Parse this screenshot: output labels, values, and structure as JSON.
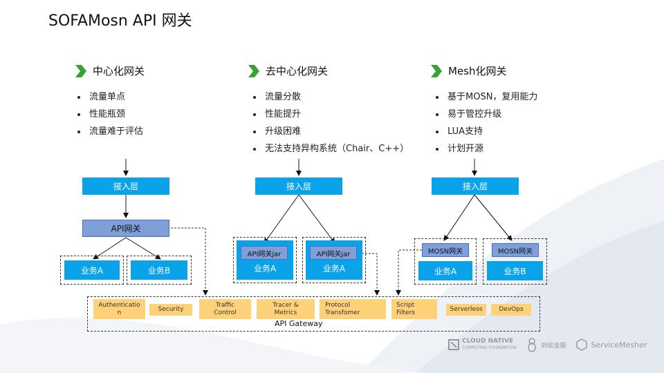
{
  "title": "SOFAMosn API 网关",
  "columns": [
    {
      "heading": "中心化网关",
      "bullets": [
        "流量单点",
        "性能瓶颈",
        "流量难于评估"
      ]
    },
    {
      "heading": "去中心化网关",
      "bullets": [
        "流量分散",
        "性能提升",
        "升级困难",
        "无法支持异构系统（Chair、C++）"
      ]
    },
    {
      "heading": "Mesh化网关",
      "bullets": [
        "基于MOSN，复用能力",
        "易于管控升级",
        "LUA支持",
        "计划开源"
      ]
    }
  ],
  "diagram": {
    "access_layer": "接入层",
    "api_gateway_box": "API网关",
    "service_a": "业务A",
    "service_b": "业务B",
    "api_gateway_jar": "API网关jar",
    "mosn_gateway": "MOSN网关",
    "gateway_label": "API Gateway",
    "filters": [
      "Authenticatio\nn",
      "Security",
      "Traffic\nControl",
      "Tracer &\nMetrics",
      "Protocol\nTransfomer",
      "Script\nFilters",
      "Serverless",
      "DevOps"
    ]
  },
  "logos": {
    "cncf": "CLOUD NATIVE",
    "cncf_sub": "COMPUTING FOUNDATION",
    "ant": "蚂蚁金服",
    "mesher": "ServiceMesher"
  },
  "colors": {
    "access_blue": "#0aa3ea",
    "gateway_navy": "#7f9fd8",
    "filter_orange": "#ffd27a",
    "chevron_green": "#3aa035"
  }
}
